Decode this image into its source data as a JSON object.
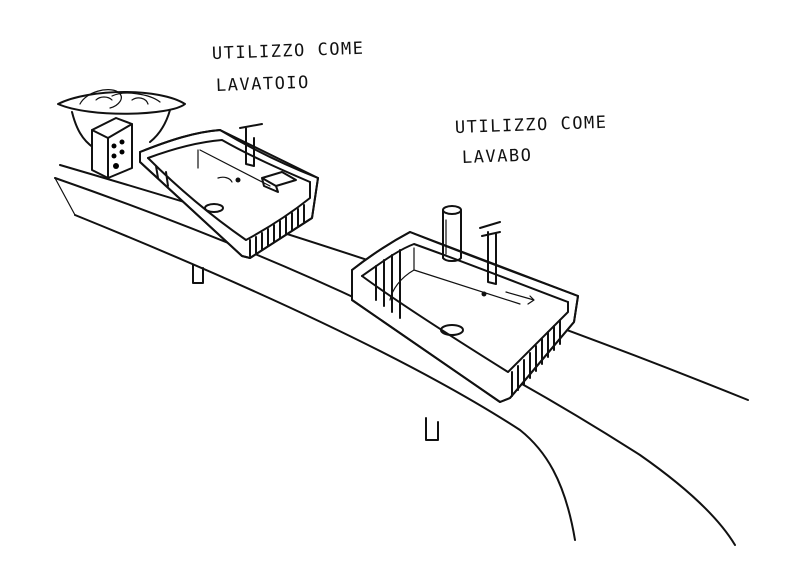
{
  "labels": {
    "lavatoio_line1": "UTILIZZO COME",
    "lavatoio_line2": "LAVATOIO",
    "lavabo_line1": "UTILIZZO COME",
    "lavabo_line2": "LAVABO"
  },
  "colors": {
    "ink": "#111111",
    "paper": "#ffffff"
  }
}
